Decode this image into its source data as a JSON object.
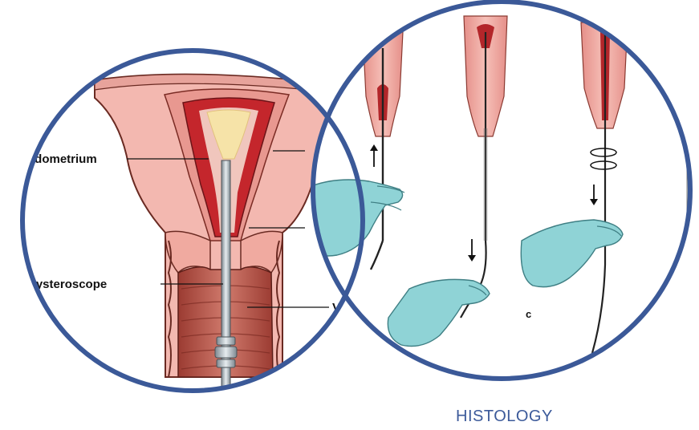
{
  "left_panel": {
    "labels": {
      "endometrium": "ndometrium",
      "hysteroscope": "Hysteroscope",
      "vagina": "Va"
    }
  },
  "right_panel": {
    "step_label": "c"
  },
  "caption": "HISTOLOGY",
  "colors": {
    "circle_border": "#3b5998",
    "tissue_pink": "#f2b6ae",
    "tissue_red": "#b3262a",
    "glove": "#8fd3d6",
    "caption": "#3c5a9a"
  }
}
